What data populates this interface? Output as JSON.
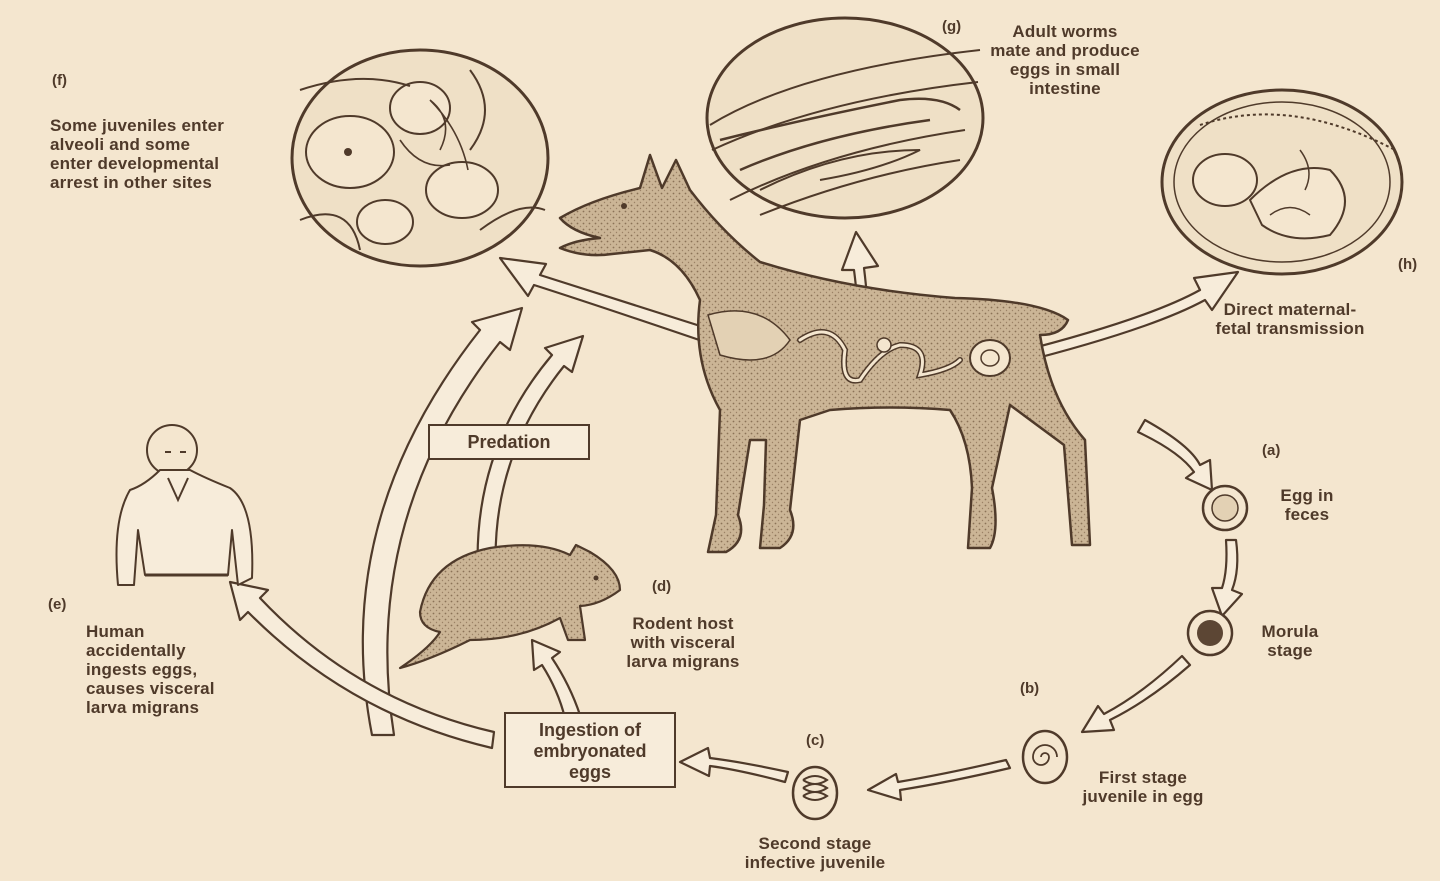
{
  "labels": {
    "f_tag": "(f)",
    "f_text": [
      "Some juveniles enter",
      "alveoli and some",
      "enter developmental",
      "arrest in other sites"
    ],
    "g_tag": "(g)",
    "g_text": [
      "Adult worms",
      "mate and produce",
      "eggs in small",
      "intestine"
    ],
    "h_tag": "(h)",
    "h_text": [
      "Direct maternal-",
      "fetal transmission"
    ],
    "a_tag": "(a)",
    "a_text": [
      "Egg in",
      "feces"
    ],
    "morula_text": [
      "Morula",
      "stage"
    ],
    "b_tag": "(b)",
    "b_text": [
      "First stage",
      "juvenile in egg"
    ],
    "c_tag": "(c)",
    "c_text": [
      "Second stage",
      "infective juvenile"
    ],
    "d_tag": "(d)",
    "d_text": [
      "Rodent host",
      "with visceral",
      "larva migrans"
    ],
    "e_tag": "(e)",
    "e_text": [
      "Human",
      "accidentally",
      "ingests eggs,",
      "causes visceral",
      "larva migrans"
    ],
    "predation": "Predation",
    "ingestion": [
      "Ingestion of",
      "embryonated",
      "eggs"
    ]
  },
  "colors": {
    "background": "#f4e6cf",
    "ink": "#4f3a2a",
    "fill_light": "#efe0c6",
    "dog_fill": "#cdb89b"
  }
}
